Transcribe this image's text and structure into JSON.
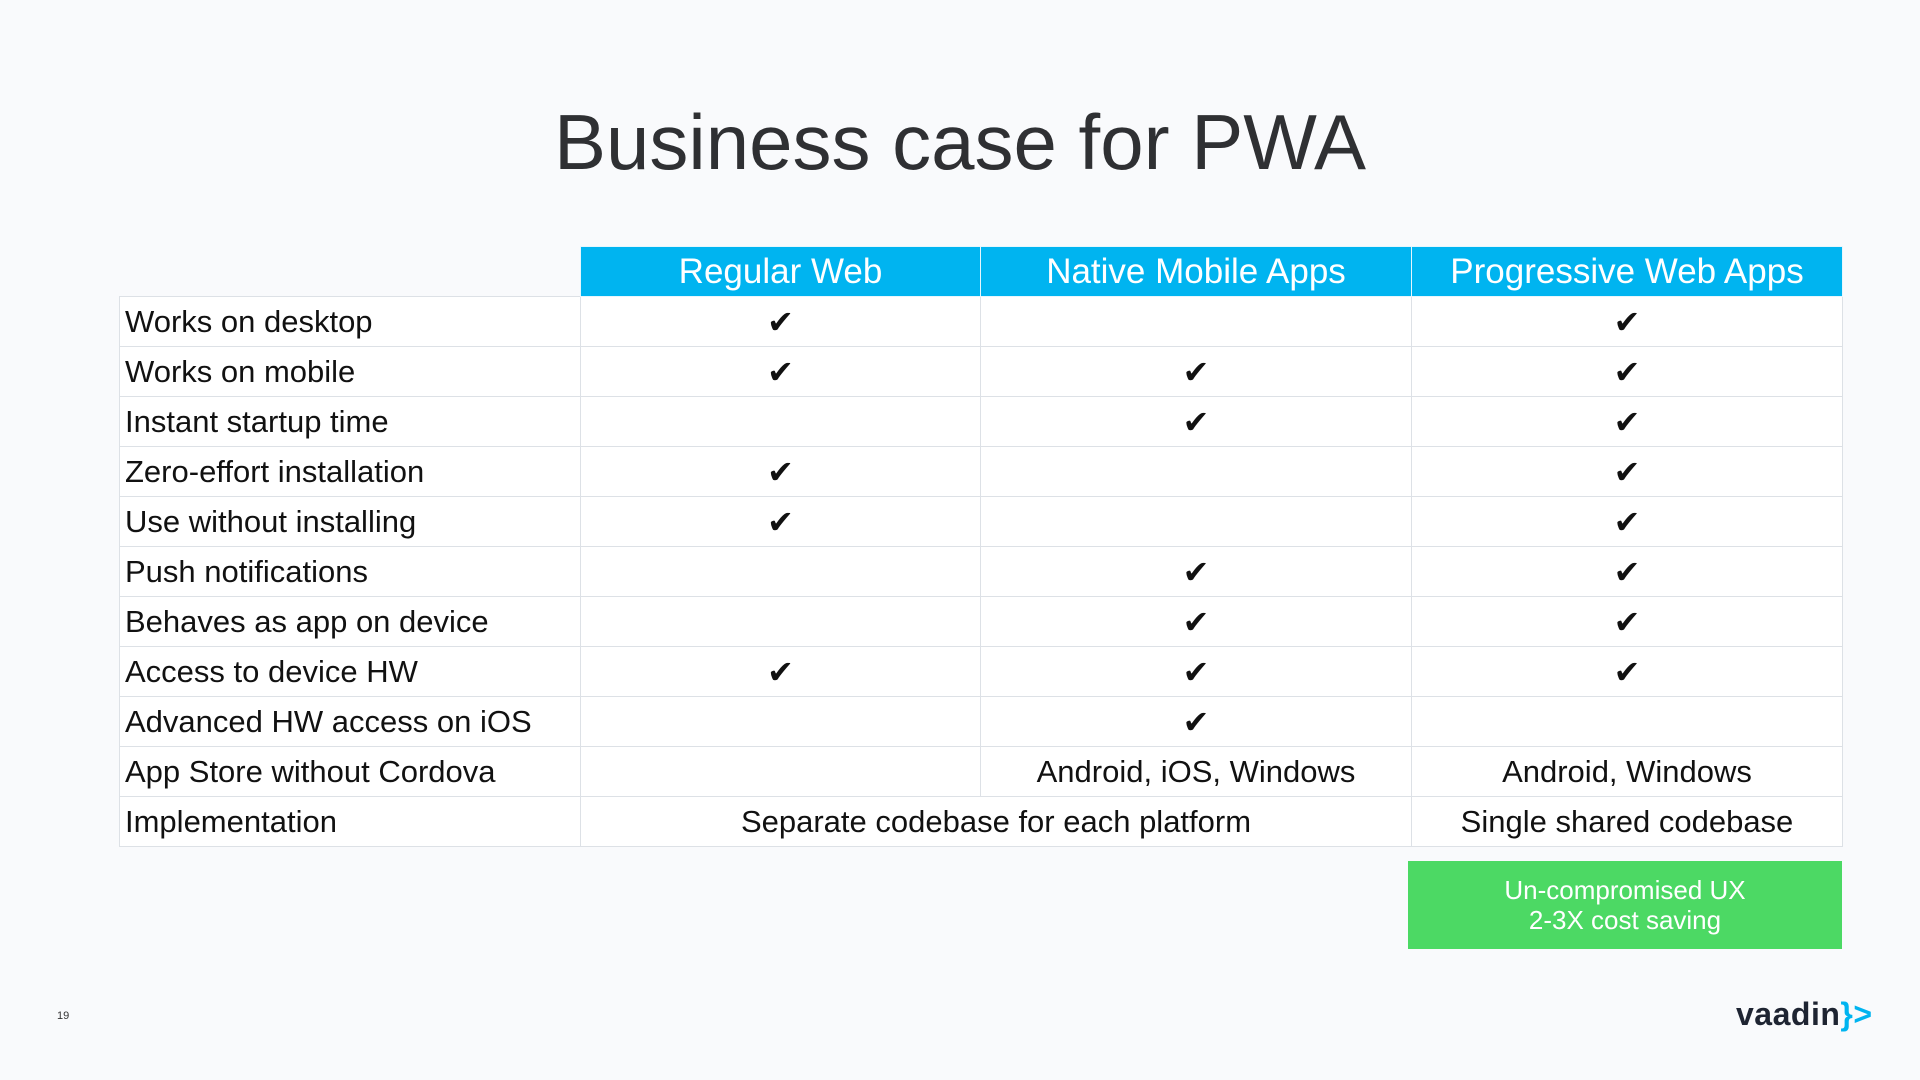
{
  "title": "Business case for PWA",
  "table": {
    "columns": [
      "Regular Web",
      "Native Mobile  Apps",
      "Progressive Web Apps"
    ],
    "check_symbol": "✔",
    "rows": [
      {
        "feature": "Works on desktop",
        "regular_web": true,
        "native_apps": false,
        "pwa": true
      },
      {
        "feature": "Works on mobile",
        "regular_web": true,
        "native_apps": true,
        "pwa": true
      },
      {
        "feature": "Instant startup time",
        "regular_web": false,
        "native_apps": true,
        "pwa": true
      },
      {
        "feature": "Zero-effort installation",
        "regular_web": true,
        "native_apps": false,
        "pwa": true
      },
      {
        "feature": "Use without installing",
        "regular_web": true,
        "native_apps": false,
        "pwa": true
      },
      {
        "feature": "Push notifications",
        "regular_web": false,
        "native_apps": true,
        "pwa": true
      },
      {
        "feature": "Behaves as app on device",
        "regular_web": false,
        "native_apps": true,
        "pwa": true
      },
      {
        "feature": "Access to device HW",
        "regular_web": true,
        "native_apps": true,
        "pwa": true
      },
      {
        "feature": "Advanced HW access on iOS",
        "regular_web": false,
        "native_apps": true,
        "pwa": false
      }
    ],
    "app_store_row": {
      "feature": "App Store without Cordova",
      "native_apps": "Android, iOS, Windows",
      "pwa": "Android, Windows"
    },
    "implementation_row": {
      "feature": "Implementation",
      "regular_and_native": "Separate codebase for each platform",
      "pwa": "Single shared codebase"
    }
  },
  "highlight": {
    "line1": "Un-compromised UX",
    "line2": "2-3X cost saving",
    "color": "#4cd964"
  },
  "colors": {
    "header_blue": "#00b4f0",
    "title": "#2f3033"
  },
  "page_number": "19",
  "logo": {
    "text": "vaadin",
    "mark": "}>"
  }
}
